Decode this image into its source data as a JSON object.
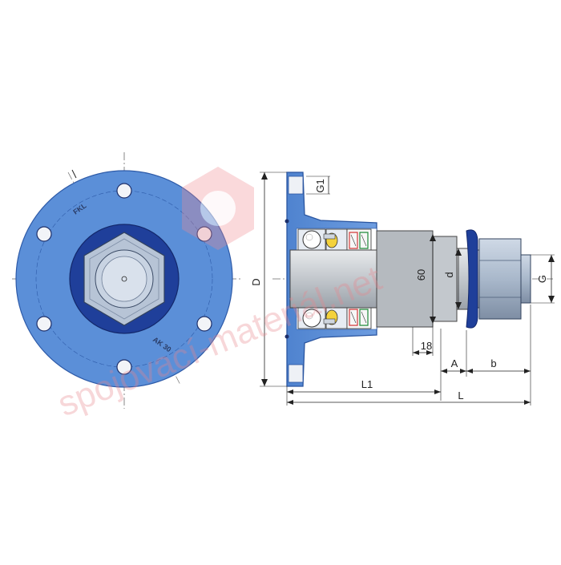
{
  "watermark": {
    "text": "spojovací-materiál.net"
  },
  "front_view": {
    "brand": "FKL",
    "code": "AK 30"
  },
  "dimensions": {
    "D": "D",
    "G1": "G1",
    "shaft_diameter": "60",
    "d": "d",
    "G": "G",
    "offset": "18",
    "A": "A",
    "b": "b",
    "L1": "L1",
    "L": "L"
  },
  "colors": {
    "housing": "#5b8fd8",
    "housing_dark": "#1f3f9a",
    "steel": "#aebdce",
    "steel_dark": "#8190a5",
    "shaft_grey": "#c9cdd2",
    "seal_red": "#d23a3a",
    "seal_green": "#1f8a3a",
    "ball_yellow": "#f4d23c"
  }
}
